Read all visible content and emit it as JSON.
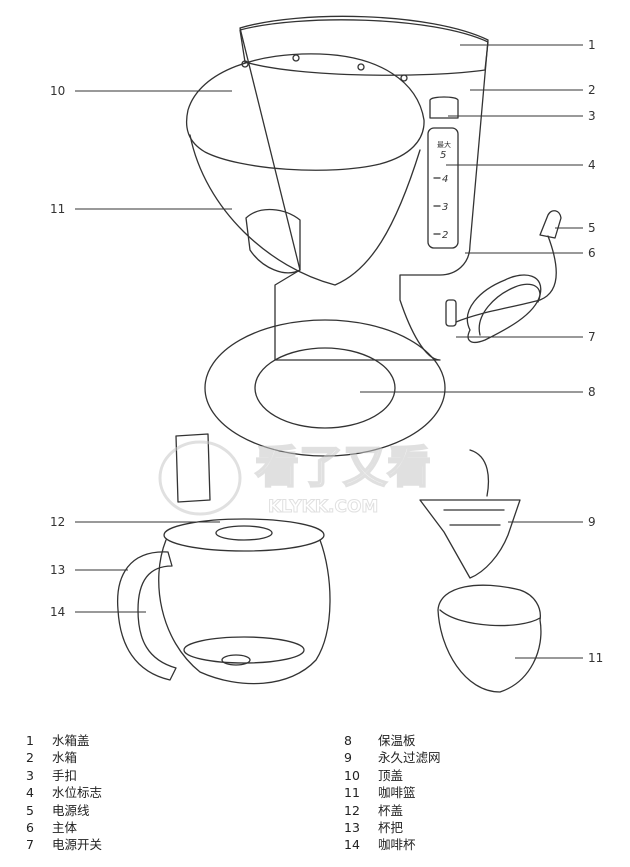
{
  "callout_numbers": [
    "1",
    "2",
    "3",
    "4",
    "5",
    "6",
    "7",
    "8",
    "9",
    "10",
    "11",
    "11",
    "12",
    "13",
    "14"
  ],
  "water_gauge": {
    "max_label": "最大",
    "levels": [
      "5",
      "4",
      "3",
      "2"
    ]
  },
  "watermark": {
    "main": "看了又看",
    "url": "KLYKK.COM"
  },
  "legend_left": [
    {
      "num": "1",
      "label": "水箱盖"
    },
    {
      "num": "2",
      "label": "水箱"
    },
    {
      "num": "3",
      "label": "手扣"
    },
    {
      "num": "4",
      "label": "水位标志"
    },
    {
      "num": "5",
      "label": "电源线"
    },
    {
      "num": "6",
      "label": "主体"
    },
    {
      "num": "7",
      "label": "电源开关"
    }
  ],
  "legend_right": [
    {
      "num": "8",
      "label": "保温板"
    },
    {
      "num": "9",
      "label": "永久过滤网"
    },
    {
      "num": "10",
      "label": "顶盖"
    },
    {
      "num": "11",
      "label": "咖啡篮"
    },
    {
      "num": "12",
      "label": "杯盖"
    },
    {
      "num": "13",
      "label": "杯把"
    },
    {
      "num": "14",
      "label": "咖啡杯"
    }
  ]
}
